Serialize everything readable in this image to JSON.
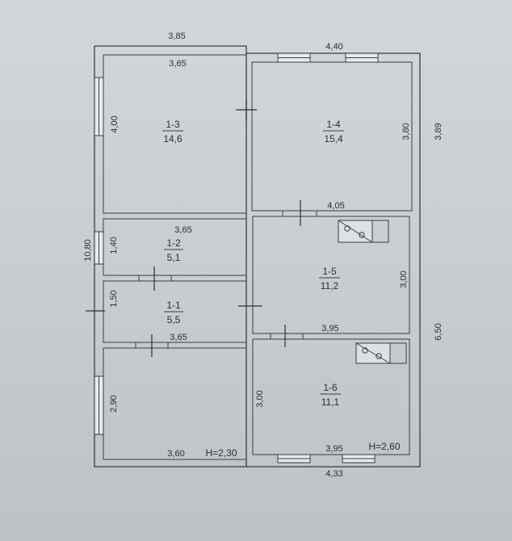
{
  "rooms": [
    {
      "id": "1-3",
      "area": "14,6"
    },
    {
      "id": "1-4",
      "area": "15,4"
    },
    {
      "id": "1-2",
      "area": "5,1"
    },
    {
      "id": "1-5",
      "area": "11,2"
    },
    {
      "id": "1-1",
      "area": "5,5"
    },
    {
      "id": "1-6",
      "area": "11,1"
    }
  ],
  "dimensions": {
    "top_left_outer": "3,85",
    "top_right_outer": "4,40",
    "room13_width": "3,65",
    "room13_height": "4,00",
    "room14_height": "3,80",
    "right_outer_upper": "3,89",
    "room15_top": "4,05",
    "room12_width": "3,65",
    "room12_height": "1,40",
    "left_outer": "10,80",
    "room15_height": "3,00",
    "room11_height": "1,50",
    "room15_bottom": "3,95",
    "room11_width": "3,65",
    "right_outer_lower": "6,50",
    "room16_height": "3,00",
    "room_sw_height": "2,90",
    "room_sw_width": "3,60",
    "room16_bottom": "3,95",
    "bottom_outer": "4,33"
  },
  "ceiling_heights": {
    "left": "H=2,30",
    "right": "H=2,60"
  }
}
